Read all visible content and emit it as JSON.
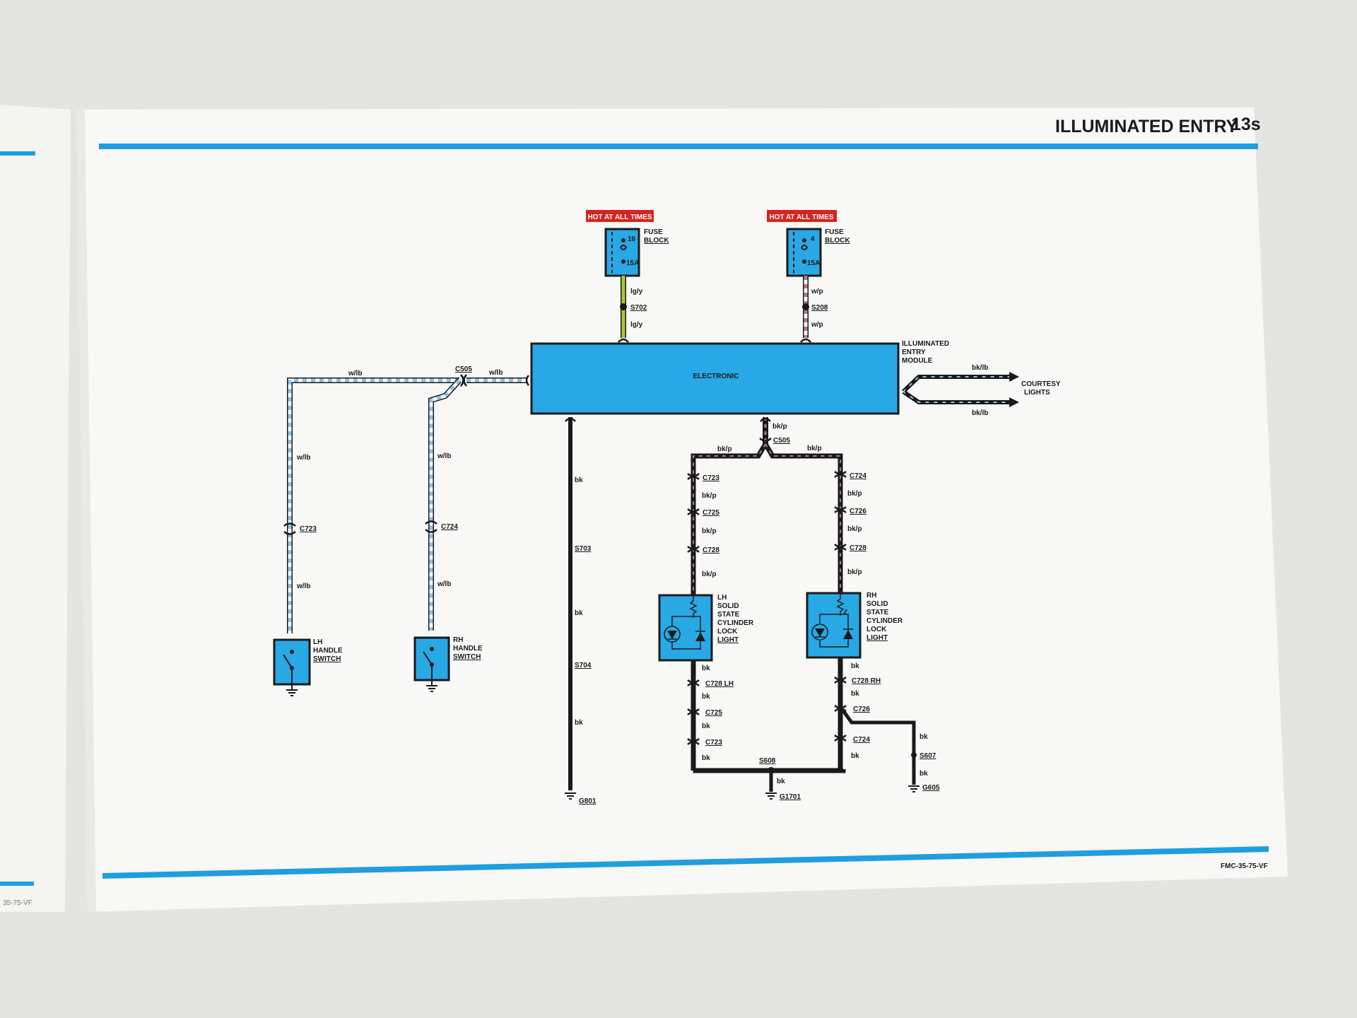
{
  "header": {
    "title": "ILLUMINATED ENTRY",
    "page": "13s"
  },
  "footer": {
    "code_right": "FMC-35-75-VF",
    "code_left": "35-75-VF"
  },
  "hot_label": "HOT AT ALL TIMES",
  "fuse_left": {
    "number": "16",
    "rating": "15A",
    "label1": "FUSE",
    "label2": "BLOCK"
  },
  "fuse_right": {
    "number": "4",
    "rating": "15A",
    "label1": "FUSE",
    "label2": "BLOCK"
  },
  "wires": {
    "lgy": "lg/y",
    "wp": "w/p",
    "wlb": "w/lb",
    "bkp": "bk/p",
    "bklb": "bk/lb",
    "bk": "bk"
  },
  "splices": {
    "s702": "S702",
    "s208": "S208",
    "s703": "S703",
    "s704": "S704",
    "s608": "S608",
    "s607": "S607"
  },
  "connectors": {
    "c505": "C505",
    "c723": "C723",
    "c724": "C724",
    "c725": "C725",
    "c726": "C726",
    "c728": "C728",
    "c728lh": "C728 LH",
    "c728rh": "C728 RH"
  },
  "grounds": {
    "g801": "G801",
    "g1701": "G1701",
    "g605": "G605"
  },
  "module": {
    "inner": "ELECTRONIC",
    "name1": "ILLUMINATED",
    "name2": "ENTRY",
    "name3": "MODULE"
  },
  "courtesy": {
    "line1": "COURTESY",
    "line2": "LIGHTS"
  },
  "lh_switch": {
    "l1": "LH",
    "l2": "HANDLE",
    "l3": "SWITCH"
  },
  "rh_switch": {
    "l1": "RH",
    "l2": "HANDLE",
    "l3": "SWITCH"
  },
  "lh_lock": {
    "l1": "LH",
    "l2": "SOLID",
    "l3": "STATE",
    "l4": "CYLINDER",
    "l5": "LOCK",
    "l6": "LIGHT"
  },
  "rh_lock": {
    "l1": "RH",
    "l2": "SOLID",
    "l3": "STATE",
    "l4": "CYLINDER",
    "l5": "LOCK",
    "l6": "LIGHT"
  },
  "colors": {
    "component_blue": "#29a8e6",
    "rule_blue": "#1f9ee0",
    "hot_red": "#d8221f",
    "wire_black": "#222222",
    "wire_lgy": "#a6c83a",
    "wire_wp": "#b07a88",
    "wire_wlb": "#8cc2e8"
  }
}
